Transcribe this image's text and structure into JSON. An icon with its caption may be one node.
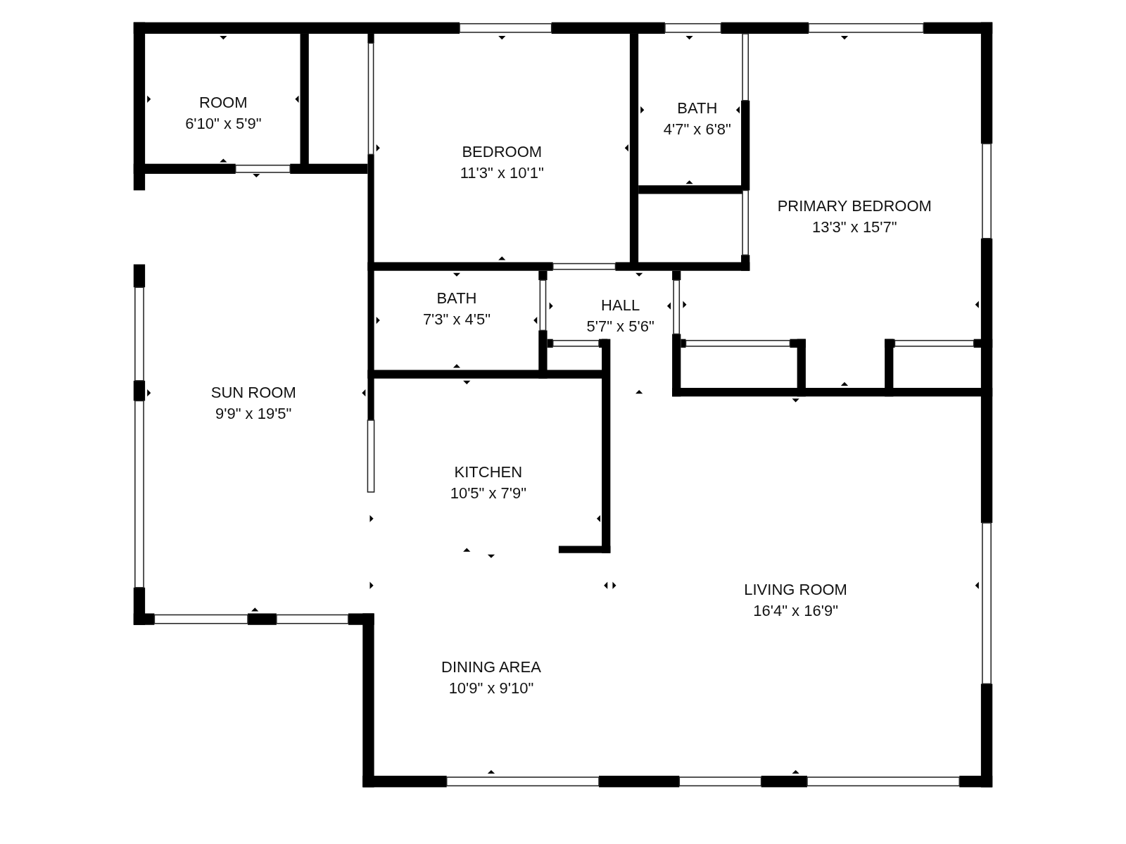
{
  "diagram": {
    "nodes": [
      {
        "text": [
          "ROOM",
          "6'10\" x 5'9\""
        ]
      },
      {
        "text": [
          "BEDROOM",
          "11'3\" x 10'1\""
        ]
      },
      {
        "text": [
          "BATH",
          "4'7\" x 6'8\""
        ]
      },
      {
        "text": [
          "PRIMARY BEDROOM",
          "13'3\" x 15'7\""
        ]
      },
      {
        "text": [
          "BATH",
          "7'3\" x 4'5\""
        ]
      },
      {
        "text": [
          "HALL",
          "5'7\" x 5'6\""
        ]
      },
      {
        "text": [
          "SUN ROOM",
          "9'9\" x 19'5\""
        ]
      },
      {
        "text": [
          "KITCHEN",
          "10'5\" x 7'9\""
        ]
      },
      {
        "text": [
          "LIVING ROOM",
          "16'4\" x 16'9\""
        ]
      },
      {
        "text": [
          "DINING AREA",
          "10'9\" x 9'10\""
        ]
      }
    ]
  }
}
